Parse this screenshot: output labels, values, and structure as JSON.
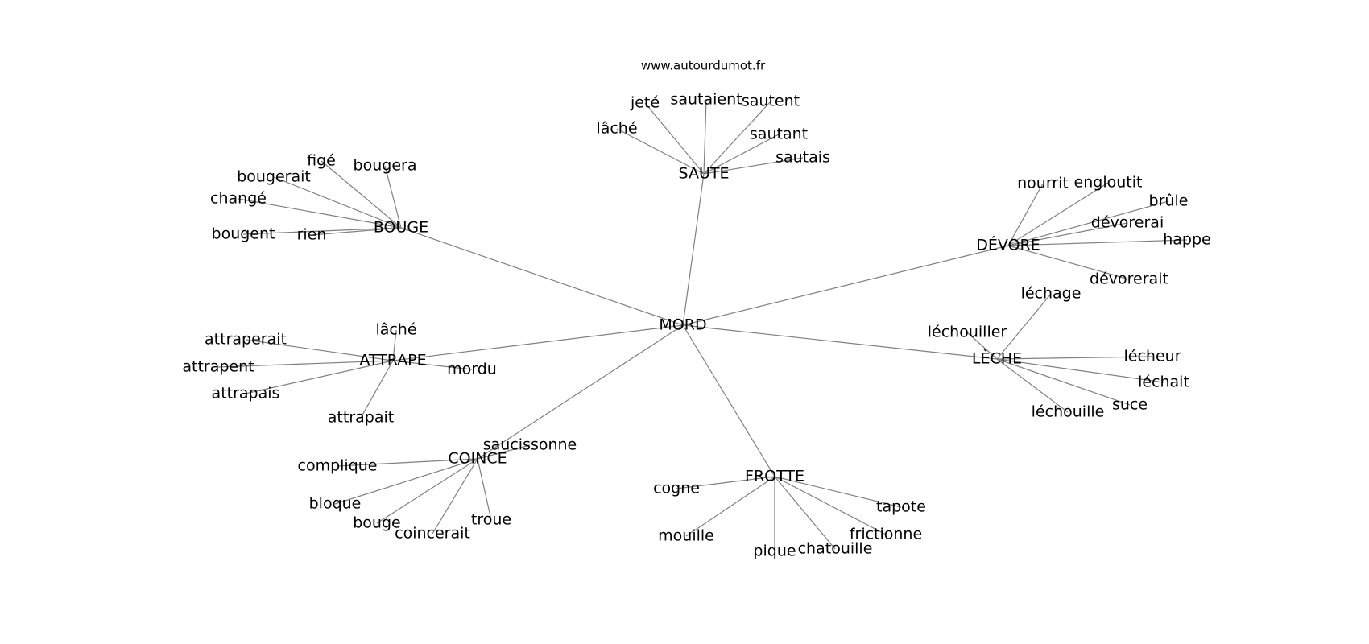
{
  "site": "www.autourdumot.fr",
  "graph": {
    "center": "MORD",
    "hubs": [
      {
        "label": "SAUTE",
        "leaves": [
          "jeté",
          "sautaient",
          "sautent",
          "lâché",
          "sautant",
          "sautais"
        ]
      },
      {
        "label": "BOUGE",
        "leaves": [
          "figé",
          "bougera",
          "bougerait",
          "changé",
          "bougent",
          "rien"
        ]
      },
      {
        "label": "DÉVORE",
        "leaves": [
          "nourrit",
          "engloutit",
          "brûle",
          "dévorerai",
          "happe",
          "dévorerait"
        ]
      },
      {
        "label": "ATTRAPE",
        "leaves": [
          "lâché",
          "attraperait",
          "attrapent",
          "attrapais",
          "attrapait",
          "mordu"
        ]
      },
      {
        "label": "LÈCHE",
        "leaves": [
          "léchage",
          "léchouiller",
          "lécheur",
          "léchait",
          "suce",
          "léchouille"
        ]
      },
      {
        "label": "COINCE",
        "leaves": [
          "saucissonne",
          "complique",
          "bloque",
          "bouge",
          "coincerait",
          "troue"
        ]
      },
      {
        "label": "FROTTE",
        "leaves": [
          "cogne",
          "tapote",
          "frictionne",
          "chatouille",
          "pique",
          "mouille"
        ]
      }
    ]
  }
}
